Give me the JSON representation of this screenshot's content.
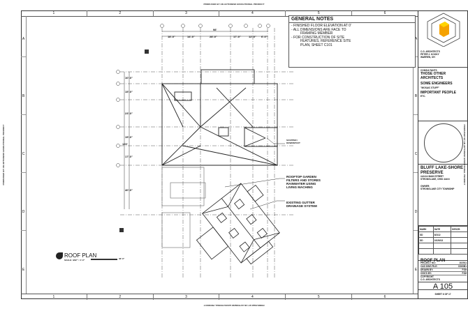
{
  "watermark": "PRODUCED BY AN AUTODESK EDUCATIONAL PRODUCT",
  "grid_columns": [
    "1",
    "2",
    "3",
    "4",
    "5",
    "6"
  ],
  "grid_rows": [
    "A",
    "B",
    "C",
    "D",
    "E"
  ],
  "general_notes": {
    "title": "GENERAL NOTES",
    "lines": [
      "- FINISHED FLOOR ELEVATION AT 0'",
      "- ALL DIMENSIONS ARE FACE TO",
      "FRAMING MEMBER",
      "- FOR CONSTRUCTION OF SITE",
      "FEATURES, REFERENCE SITE",
      "PLAN, SHEET C101"
    ]
  },
  "dimensions": {
    "overall_horizontal": "98'",
    "horizontal": [
      "18'-0\"",
      "14'-0\"",
      "28'-0\"",
      "17'-0\"",
      "12'-0\"",
      "6'-0\""
    ],
    "overall_vertical": "120'",
    "vertical": [
      "10'-0\"",
      "15'-0\"",
      "23'-0\"",
      "15'-0\"",
      "17'-0\"",
      "40'-0\""
    ]
  },
  "callouts": {
    "scupper": [
      "SCUPPER /",
      "DOWNSPOUT"
    ],
    "rooftop_garden": [
      "ROOFTOP GARDEN",
      "FILTERS AND STORES",
      "RAINWATER USING",
      "LIVING MACHING"
    ],
    "gutter": [
      "EXISTING GUTTER",
      "DRAINAGE SYSTEM"
    ]
  },
  "plan": {
    "title": "ROOF PLAN",
    "scale": "SCALE: 3/32\" = 1'-0\"",
    "scale_bar_end": "32'-0\""
  },
  "title_block": {
    "firm_name": "C.G. ARCHITECTS",
    "firm_address": [
      "PETER J. KOOKY",
      "WARREN, OH"
    ],
    "consultants_label": "CONSULTANTS",
    "consultants": [
      "THOSE OTHER ARCHITECTS",
      "SOME ENGINEERS",
      "\"MOSAIC STUFF\"",
      "IMPORTANT PEOPLE",
      "ETC."
    ],
    "project_name": "BLUFF LAKE-SHORE PRESERVE",
    "project_address": [
      "###### MAIN STREET",
      "STRONGLAKE, OHIO 44###"
    ],
    "owner_label": "OWNER:",
    "owner": "STRONGLAKE CITY TOWNSHIP",
    "revisions": {
      "headers": [
        "MARK",
        "DATE",
        "DESCR."
      ],
      "rows": [
        [
          "SD",
          "8/1/12",
          ""
        ],
        [
          "DD",
          "10/26/13",
          ""
        ],
        [
          "",
          "",
          ""
        ],
        [
          "",
          "",
          ""
        ]
      ]
    },
    "info": [
      [
        "PROJECT NO:",
        "102011"
      ],
      [
        "CAD DWG FILE:",
        "CD00B1"
      ],
      [
        "DRAWN BY:",
        "PJM"
      ],
      [
        "CHK'D BY:",
        "PJM"
      ]
    ],
    "copyright": [
      "COPYRIGHT",
      "C.G. ARCHITECTS"
    ],
    "sheet_title": "ROOF PLAN",
    "sheet_number": "A 105",
    "sheet_of": "SHEET 6 OF 17"
  },
  "colors": {
    "line": "#333333",
    "logo_orange": "#f5a200",
    "logo_yellow": "#ffd400"
  }
}
